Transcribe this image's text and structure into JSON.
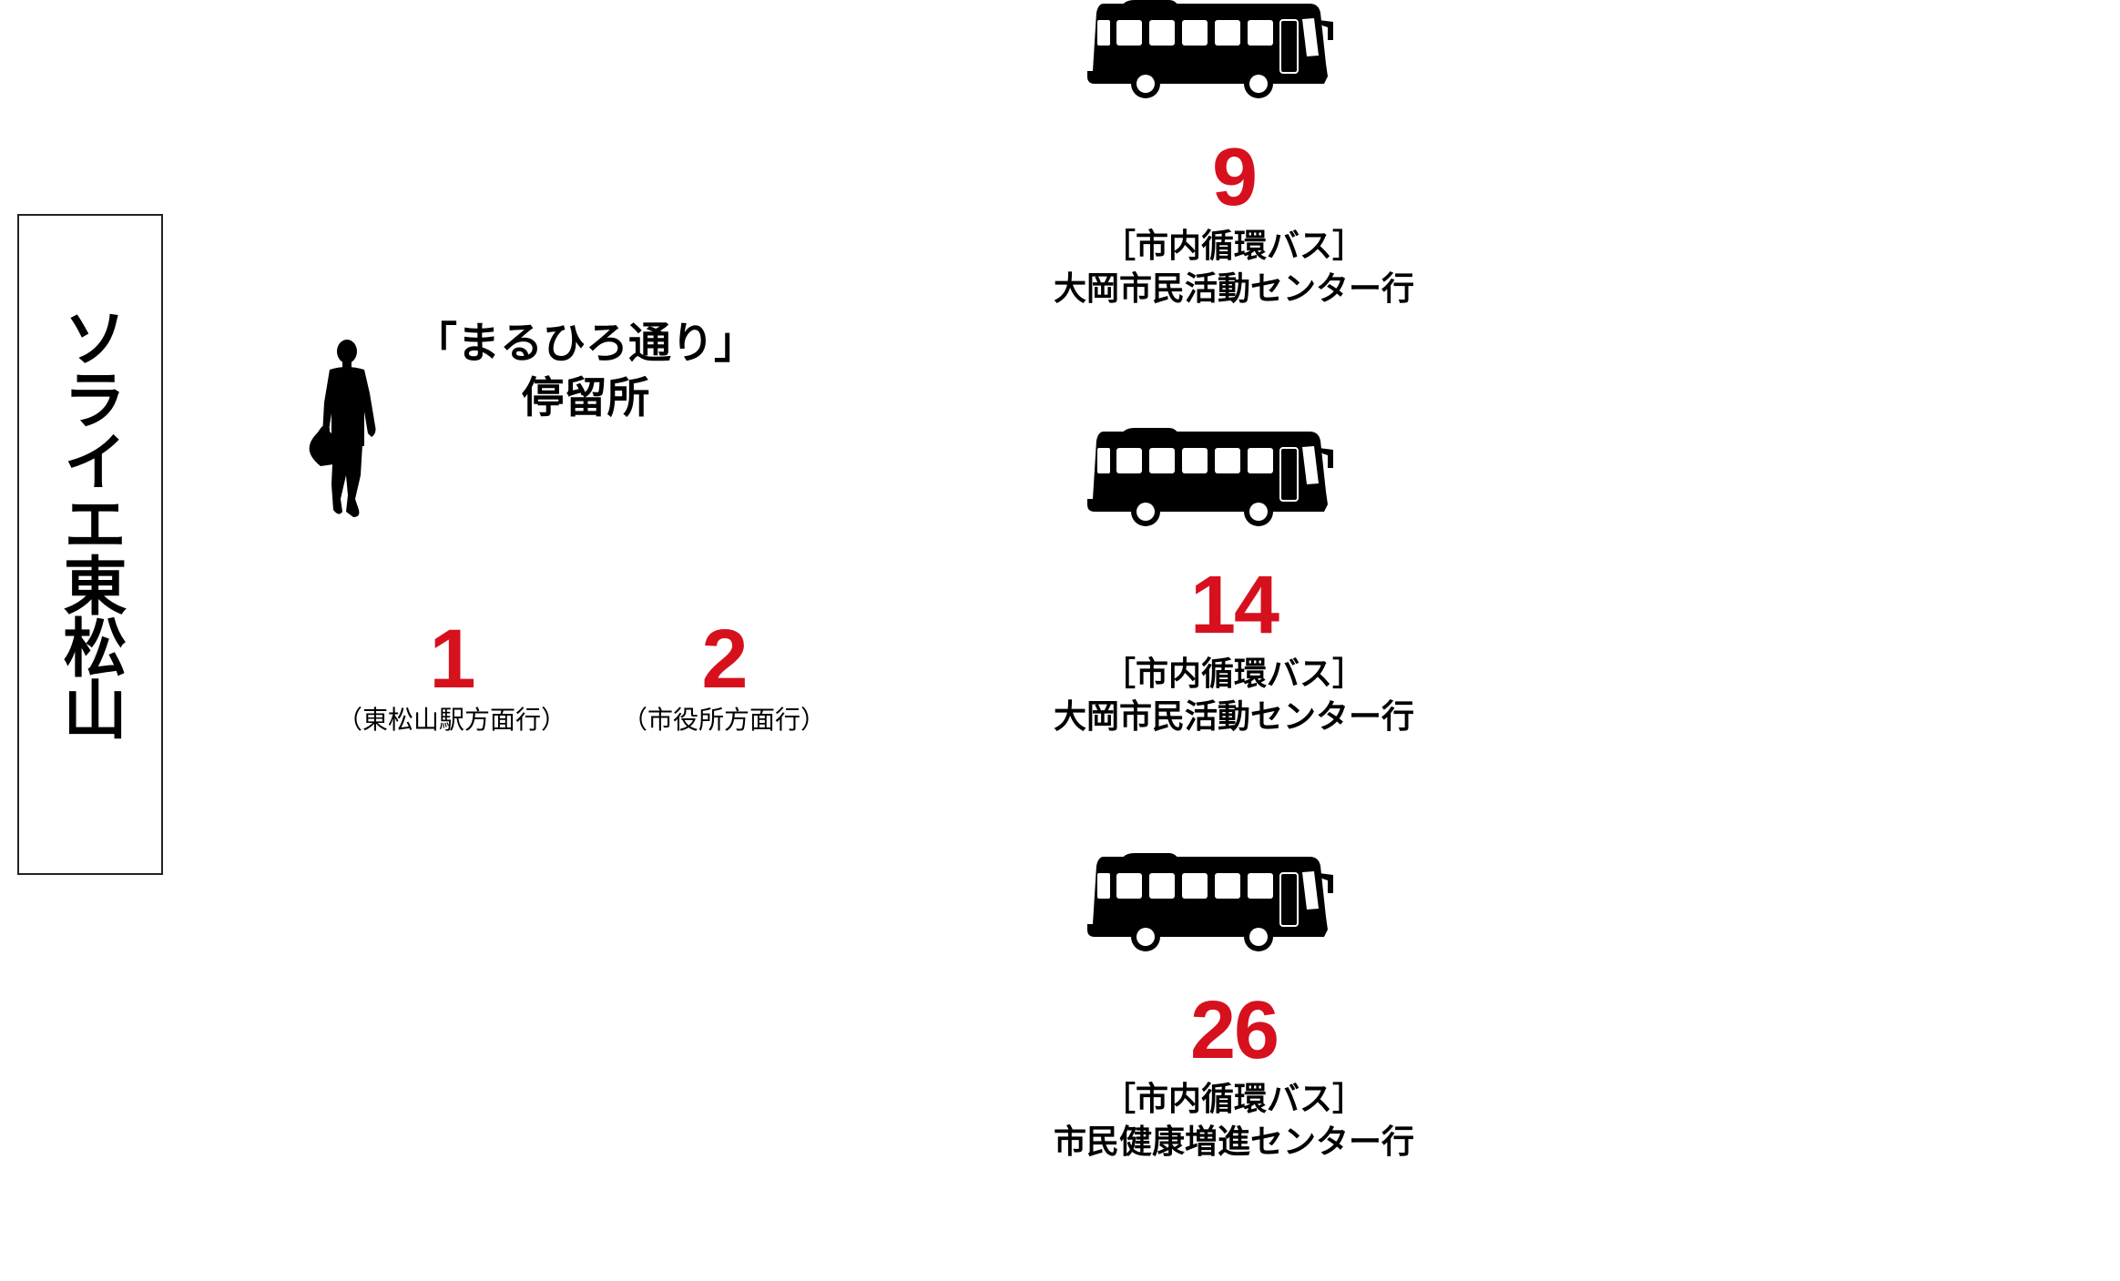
{
  "station": {
    "name": "ソライエ東松山"
  },
  "stop": {
    "title_line1": "「まるひろ通り」",
    "title_line2": "停留所",
    "person_icon": "walking-businessperson-icon"
  },
  "platforms": [
    {
      "number": "1",
      "direction": "（東松山駅方面行）"
    },
    {
      "number": "2",
      "direction": "（市役所方面行）"
    }
  ],
  "routes": [
    {
      "number": "9",
      "type": "［市内循環バス］",
      "destination": "大岡市民活動センター行",
      "icon": "bus-icon"
    },
    {
      "number": "14",
      "type": "［市内循環バス］",
      "destination": "大岡市民活動センター行",
      "icon": "bus-icon"
    },
    {
      "number": "26",
      "type": "［市内循環バス］",
      "destination": "市民健康増進センター行",
      "icon": "bus-icon"
    }
  ],
  "colors": {
    "accent_red": "#d7101e",
    "text": "#000000",
    "background": "#ffffff"
  }
}
